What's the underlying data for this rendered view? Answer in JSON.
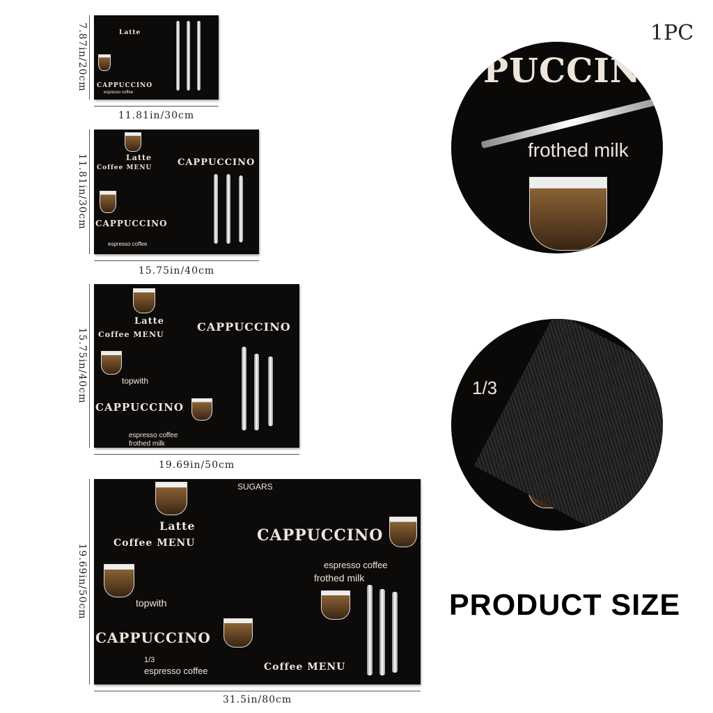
{
  "quantity_label": "1PC",
  "headline": "PRODUCT SIZE",
  "sizes": [
    {
      "width": "11.81in/30cm",
      "height": "7.87in/20cm"
    },
    {
      "width": "15.75in/40cm",
      "height": "11.81in/30cm"
    },
    {
      "width": "19.69in/50cm",
      "height": "15.75in/40cm"
    },
    {
      "width": "31.5in/80cm",
      "height": "19.69in/50cm"
    }
  ],
  "artwork_text": {
    "cappuccino": "CAPPUCCINO",
    "latte": "Latte",
    "coffee_menu": "Coffee MENU",
    "espresso": "espresso coffee",
    "frothed": "frothed milk",
    "topwith": "topwith",
    "sugars": "SUGARS",
    "fraction": "1/3"
  },
  "colors": {
    "mat": "#0d0b0a",
    "ink": "#eee6da",
    "coffee": "#8a6235"
  }
}
